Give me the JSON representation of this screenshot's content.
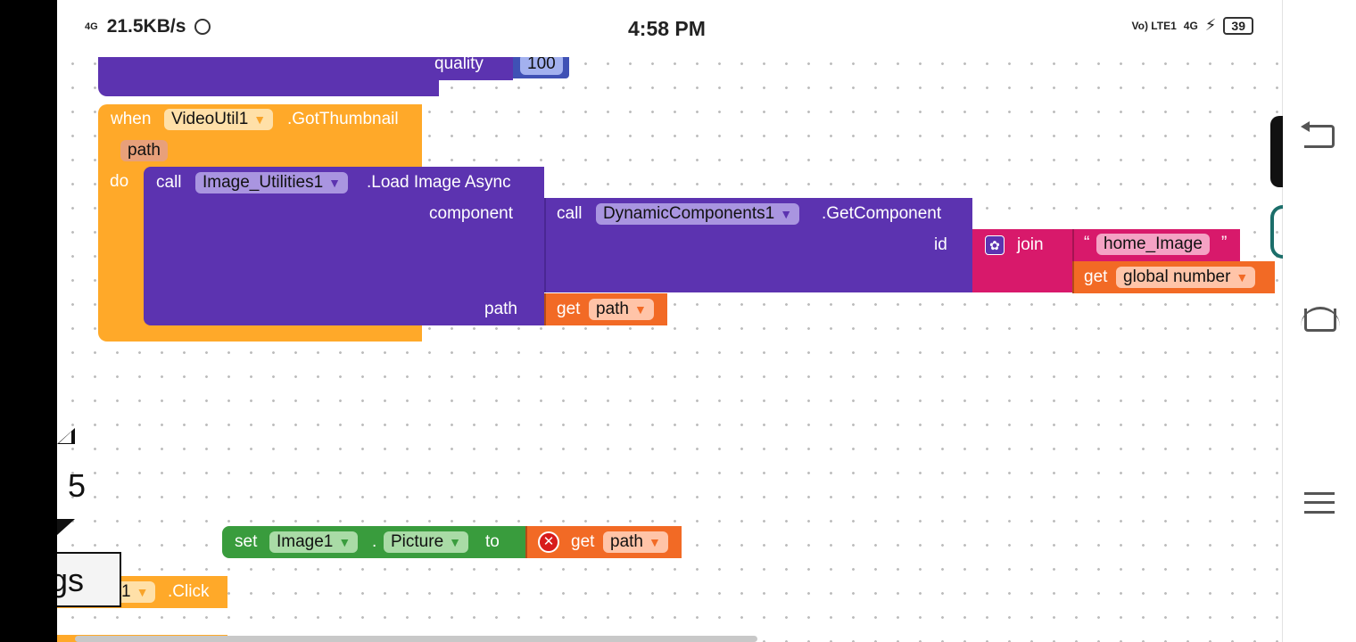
{
  "status_bar": {
    "network": "4G",
    "speed": "21.5KB/s",
    "time": "4:58 PM",
    "volte": "Vo) LTE1",
    "net2": "4G",
    "battery": "39"
  },
  "blocks": {
    "top_fragment": {
      "quality_label": "quality",
      "quality_value": "100"
    },
    "event": {
      "when": "when",
      "component": "VideoUtil1",
      "event_name": ".GotThumbnail",
      "param": "path",
      "do": "do"
    },
    "load_image": {
      "call": "call",
      "component": "Image_Utilities1",
      "method": ".Load Image Async",
      "component_arg": "component",
      "path_arg": "path"
    },
    "get_component": {
      "call": "call",
      "component": "DynamicComponents1",
      "method": ".GetComponent",
      "id_arg": "id"
    },
    "join": {
      "label": "join"
    },
    "text": {
      "open_quote": "“",
      "value": "home_Image",
      "close_quote": "”"
    },
    "get_global": {
      "get": "get",
      "var": "global number"
    },
    "get_path": {
      "get": "get",
      "var": "path"
    },
    "set_block": {
      "set": "set",
      "component": "Image1",
      "dot": ".",
      "property": "Picture",
      "to": "to",
      "get": "get",
      "var": "path"
    },
    "click_block": {
      "component_tail": "1",
      "event": ".Click"
    }
  },
  "partials": {
    "number_fragment": "5",
    "label_fragment": "gs"
  },
  "colors": {
    "purple": "#5c33b0",
    "orange": "#ffa929",
    "pink": "#d8196b",
    "red_orange": "#f26a25",
    "green": "#399c3d",
    "navy": "#3f51b5"
  },
  "nav": {
    "back": "back-icon",
    "home": "home-icon",
    "menu": "menu-icon"
  }
}
